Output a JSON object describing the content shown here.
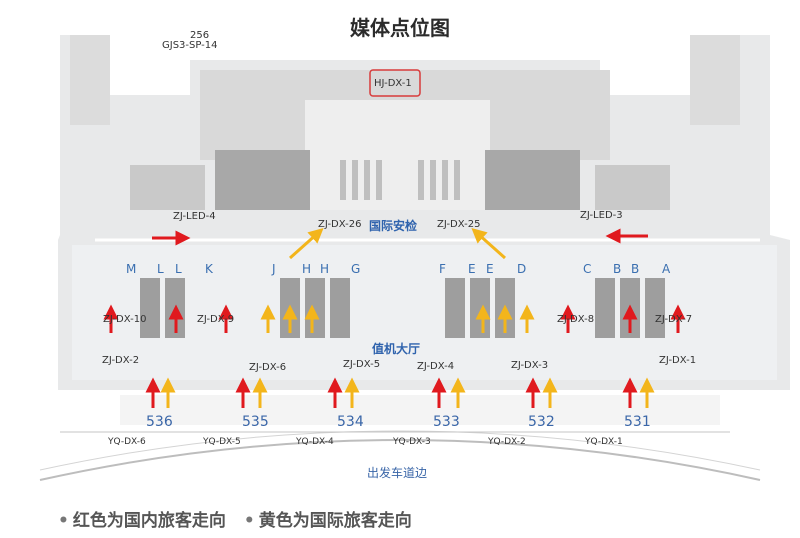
{
  "title": "媒体点位图",
  "map_labels": {
    "gjs3": "GJS3-SP-14",
    "n256": "256",
    "hj_dx_1": "HJ-DX-1",
    "zj_led_4": "ZJ-LED-4",
    "zj_led_3": "ZJ-LED-3",
    "zj_dx_26": "ZJ-DX-26",
    "zj_dx_25": "ZJ-DX-25",
    "security": "国际安检",
    "checkin_hall": "值机大厅",
    "zj_dx_10": "ZJ-DX-10",
    "zj_dx_9": "ZJ-DX-9",
    "zj_dx_8": "ZJ-DX-8",
    "zj_dx_7": "ZJ-DX-7",
    "zj_dx_2": "ZJ-DX-2",
    "zj_dx_1": "ZJ-DX-1",
    "zj_dx_6": "ZJ-DX-6",
    "zj_dx_5": "ZJ-DX-5",
    "zj_dx_4": "ZJ-DX-4",
    "zj_dx_3": "ZJ-DX-3",
    "departure_road": "出发车道边"
  },
  "counters": [
    "M",
    "L",
    "L",
    "K",
    "J",
    "H",
    "H",
    "G",
    "F",
    "E",
    "E",
    "D",
    "C",
    "B",
    "B",
    "A"
  ],
  "doors": [
    "536",
    "535",
    "534",
    "533",
    "532",
    "531"
  ],
  "road_media": [
    "YQ-DX-6",
    "YQ-DX-5",
    "YQ-DX-4",
    "YQ-DX-3",
    "YQ-DX-2",
    "YQ-DX-1"
  ],
  "legend": {
    "red": "红色为国内旅客走向",
    "yellow": "黄色为国际旅客走向"
  },
  "colors": {
    "red": "#e0191e",
    "yellow": "#f3b51b",
    "floor": "#e6e7e8",
    "blocks": "#a6a6a6",
    "text_blue": "#2f63ad"
  },
  "icons": {
    "arrow_red": "up-arrow",
    "arrow_yellow": "up-arrow",
    "bullet": "dot"
  }
}
